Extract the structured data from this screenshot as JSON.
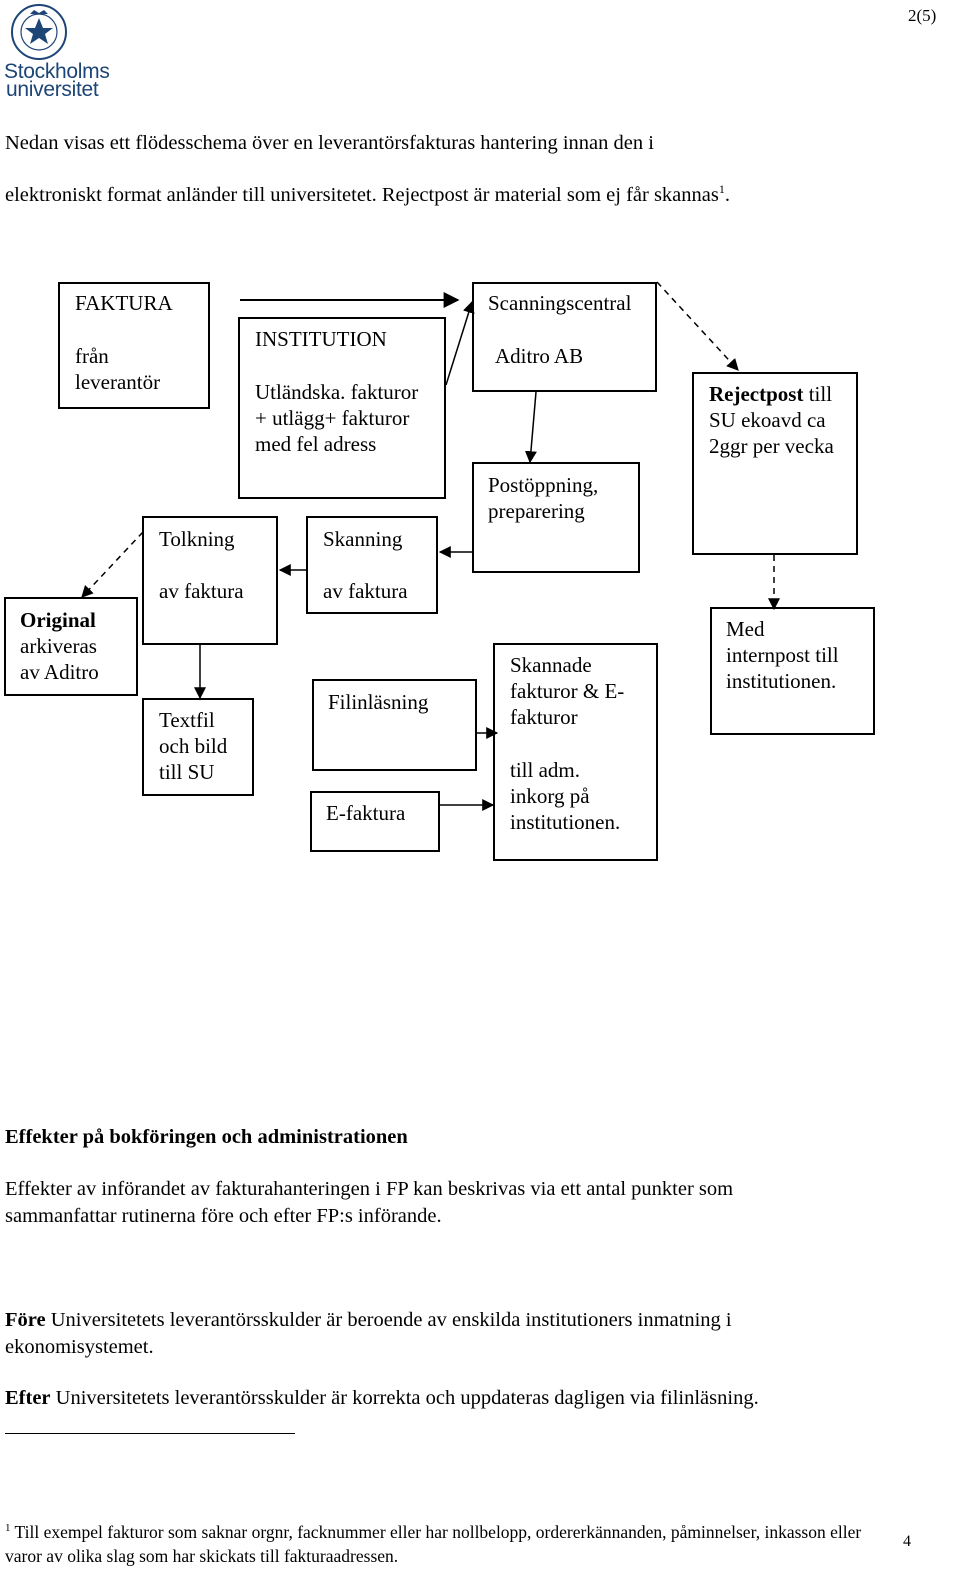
{
  "header": {
    "page_number": "2(5)",
    "logo": {
      "seal_text": "UNIVERSITET STOCKHOLM",
      "name_line1": "Stockholms",
      "name_line2": "universitet",
      "seal_icon": "university-seal-icon",
      "color": "#1d4576"
    }
  },
  "intro": {
    "line1": "Nedan visas ett flödesschema över en leverantörsfakturas hantering innan den i",
    "line2": "elektroniskt format anländer till universitetet. Rejectpost är material som ej får skannas",
    "footnote_ref": "1",
    "line2_end": "."
  },
  "flowchart": {
    "faktura": {
      "title": "FAKTURA",
      "text": "från\nleverantör"
    },
    "institution": {
      "title": "INSTITUTION",
      "text": "Utländska. fakturor\n+ utlägg+ fakturor\nmed fel adress"
    },
    "scanningscentral": {
      "title": "Scanningscentral",
      "text": "Aditro AB"
    },
    "postoppning": {
      "text": "Postöppning,\npreparering"
    },
    "rejectpost": {
      "bold": "Rejectpost",
      "rest": " till",
      "text": "SU ekoavd ca\n2ggr per vecka"
    },
    "tolkning": {
      "title": "Tolkning",
      "text": "av faktura"
    },
    "skanning": {
      "title": "Skanning",
      "text": "av faktura"
    },
    "original": {
      "bold": "Original",
      "text": "arkiveras\nav Aditro"
    },
    "textfil": {
      "text": "Textfil\noch bild\ntill SU"
    },
    "filinlasning": {
      "text": "Filinläsning"
    },
    "efaktura": {
      "text": "E-faktura"
    },
    "skannade": {
      "text": "Skannade\nfakturor  & E-\nfakturor",
      "text2": "till adm.\ninkorg på\ninstitutionen."
    },
    "internpost": {
      "text": "Med\ninternpost till\ninstitutionen."
    }
  },
  "section": {
    "heading": "Effekter på bokföringen och administrationen",
    "intro": "Effekter av införandet av fakturahanteringen i FP kan beskrivas via ett antal punkter som sammanfattar rutinerna före och efter FP:s införande.",
    "fore_label": "Före",
    "fore_text": " Universitetets leverantörsskulder är beroende av enskilda institutioners inmatning i ekonomisystemet.",
    "efter_label": "Efter",
    "efter_text": "  Universitetets leverantörsskulder är korrekta och uppdateras dagligen via filinläsning."
  },
  "footnote": {
    "marker": "1",
    "text": " Till exempel fakturor som saknar orgnr, facknummer eller har nollbelopp, ordererkännanden, påminnelser, inkasson eller varor av olika slag som har skickats till fakturaadressen."
  },
  "footer": {
    "page": "4"
  }
}
